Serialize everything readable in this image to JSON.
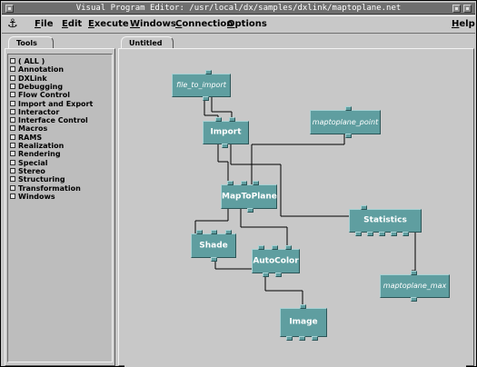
{
  "window": {
    "title": "Visual Program Editor: /usr/local/dx/samples/dxlink/maptoplane.net"
  },
  "menubar": {
    "file": {
      "first": "F",
      "rest": "ile"
    },
    "edit": {
      "first": "E",
      "rest": "dit"
    },
    "execute": {
      "first": "E",
      "rest": "xecute"
    },
    "windows": {
      "first": "W",
      "rest": "indows"
    },
    "connection": {
      "first": "C",
      "rest": "onnection"
    },
    "options": {
      "first": "O",
      "rest": "ptions"
    },
    "help": {
      "first": "H",
      "rest": "elp"
    }
  },
  "tools": {
    "tab_label": "Tools",
    "items": [
      "( ALL )",
      "Annotation",
      "DXLink",
      "Debugging",
      "Flow Control",
      "Import and Export",
      "Interactor",
      "Interface Control",
      "Macros",
      "RAMS",
      "Realization",
      "Rendering",
      "Special",
      "Stereo",
      "Structuring",
      "Transformation",
      "Windows"
    ]
  },
  "canvas": {
    "tab_label": "Untitled",
    "nodes": {
      "file_to_import": "file_to_import",
      "import": "Import",
      "maptoplane_point": "maptoplane_point",
      "maptoplane": "MapToPlane",
      "statistics": "Statistics",
      "shade": "Shade",
      "autocolor": "AutoColor",
      "maptoplane_max": "maptoplane_max",
      "image": "Image"
    }
  },
  "colors": {
    "node_fill": "#5f9ea0",
    "background": "#c8c8c8",
    "titlebar": "#6e6e6e"
  }
}
